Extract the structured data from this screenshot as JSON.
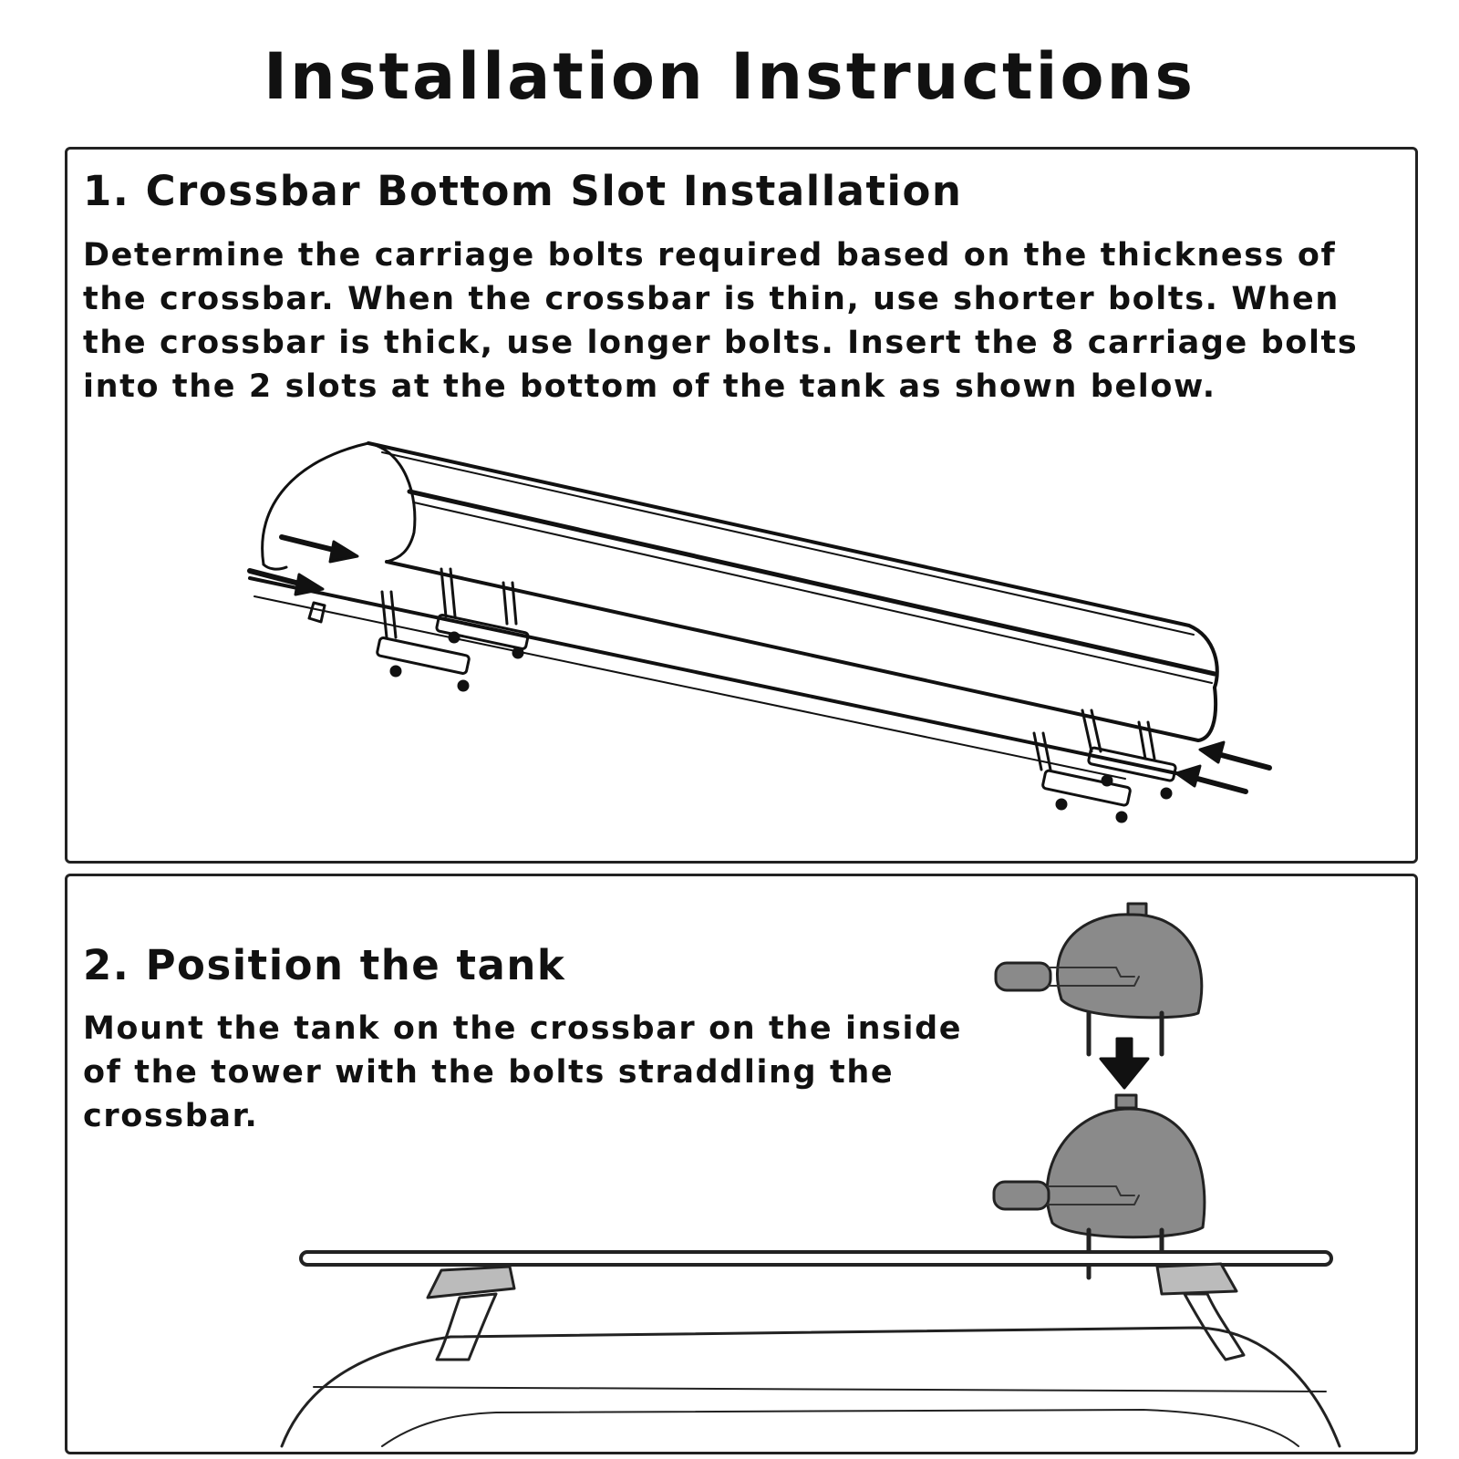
{
  "page": {
    "title": "Installation Instructions"
  },
  "steps": [
    {
      "title": "1. Crossbar Bottom Slot Installation",
      "text": "Determine the carriage bolts required based on the thickness of the crossbar. When the crossbar is thin, use shorter bolts. When the crossbar is thick, use longer bolts. Insert the 8 carriage bolts into the 2 slots at the bottom of the tank as shown below."
    },
    {
      "title": "2. Position the tank",
      "text": "Mount the tank on the crossbar on the inside of the tower with the bolts straddling the crossbar."
    }
  ],
  "illustrations": [
    {
      "icon": "tank-slot-bolts-illustration",
      "color": "#111111"
    },
    {
      "icon": "tank-on-roof-crossbar-illustration",
      "color": "#888888"
    }
  ]
}
